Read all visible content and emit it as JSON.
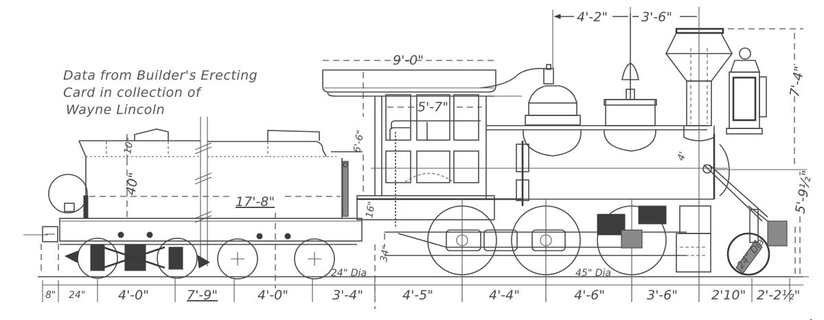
{
  "drawing": {
    "subject": "Locomotive and tender side elevation",
    "note_lines": [
      "Data from Builder's Erecting",
      "Card in collection of",
      "Wayne Lincoln"
    ],
    "ink_color": "#4a4a4a",
    "background_color": "#ffffff"
  },
  "dimensions": {
    "bottom": [
      {
        "label": "8\"",
        "name": "tender-end-offset"
      },
      {
        "label": "24\"",
        "name": "tender-overhang"
      },
      {
        "label": "4'-0\"",
        "name": "tender-truck-1-wheelbase"
      },
      {
        "label": "7'-9\"",
        "name": "tender-truck-spacing"
      },
      {
        "label": "4'-0\"",
        "name": "tender-truck-2-wheelbase"
      },
      {
        "label": "3'-4\"",
        "name": "tender-to-engine"
      },
      {
        "label": "4'-5\"",
        "name": "rear-to-driver-1"
      },
      {
        "label": "4'-4\"",
        "name": "driver-1-to-2"
      },
      {
        "label": "4'-6\"",
        "name": "driver-2-to-3"
      },
      {
        "label": "3'-6\"",
        "name": "driver-to-cylinder"
      },
      {
        "label": "2'10\"",
        "name": "cylinder-to-pilot-wheel"
      },
      {
        "label": "2'-2½\"",
        "name": "pilot-overhang"
      }
    ],
    "top": [
      {
        "label": "4'-2\"",
        "name": "dome-to-bell"
      },
      {
        "label": "3'-6\"",
        "name": "bell-to-stack"
      }
    ],
    "cab": {
      "roof_length": "9'-0\"",
      "cab_width": "5'-7\"",
      "cab_height": "6'-6\"",
      "deck_height": "16\""
    },
    "tender": {
      "length": "17'-8\"",
      "tank_height": "40\"",
      "collar_height": "10\""
    },
    "vertical_right": {
      "stack_height": "7'-4\"",
      "centerline_height": "5'-9½\""
    },
    "misc": {
      "boiler_dia": "4'",
      "rail_height": "34\""
    },
    "wheels": {
      "tender_wheel_dia": "24\" Dia",
      "driver_dia": "45\" Dia",
      "pilot_dia": "24\" Dia"
    }
  }
}
